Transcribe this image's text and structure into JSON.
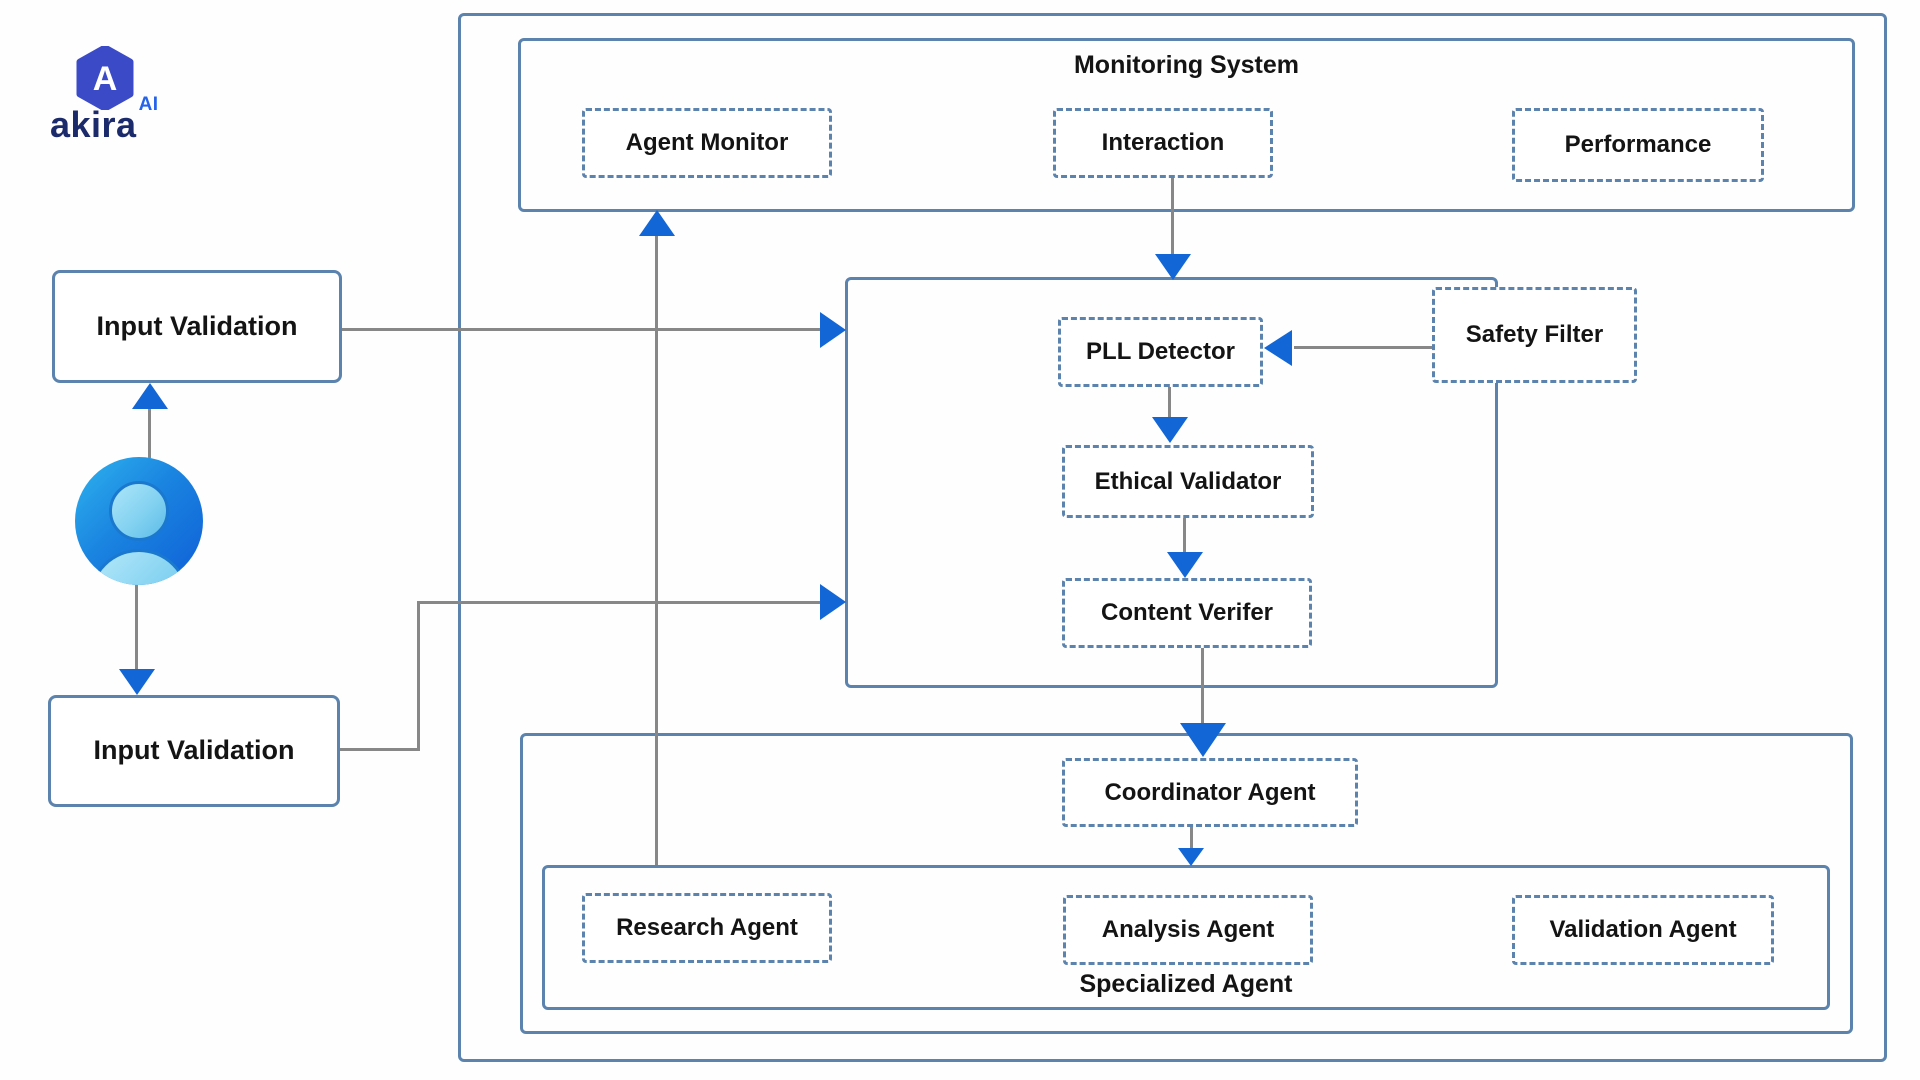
{
  "theme": {
    "accent_blue": "#1266d6",
    "border_blue": "#5b83ad",
    "connector_gray": "#878787",
    "text_dark": "#141414",
    "brand_navy": "#1b2a6b",
    "brand_blue": "#2563eb",
    "logo_indigo": "#3b4bc8",
    "page_bg": "#fefefe"
  },
  "logo": {
    "icon": "hexagon-a-logo",
    "monogram": "A",
    "brand": "akira",
    "suffix": "AI"
  },
  "left_flow": {
    "input_validation_top": "Input Validation",
    "input_validation_bottom": "Input Validation",
    "user_icon": "user-avatar-icon"
  },
  "monitoring": {
    "title": "Monitoring System",
    "boxes": [
      "Agent Monitor",
      "Interaction",
      "Performance"
    ]
  },
  "safety_cluster": {
    "pll_detector": "PLL Detector",
    "ethical_validator": "Ethical Validator",
    "content_verifier": "Content Verifer",
    "safety_filter": "Safety Filter"
  },
  "coordination": {
    "coordinator": "Coordinator Agent",
    "specialized_title": "Specialized Agent",
    "agents": [
      "Research Agent",
      "Analysis Agent",
      "Validation Agent"
    ]
  }
}
